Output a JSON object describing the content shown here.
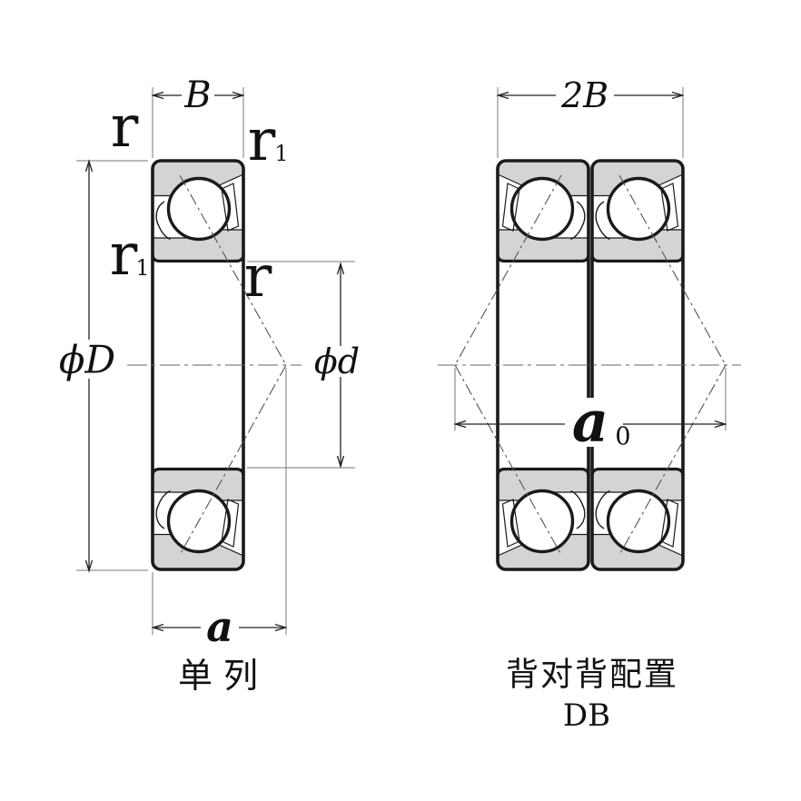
{
  "colors": {
    "line": "#1a1a1a",
    "ring_fill": "#d4d4d4",
    "dim_line": "#222222",
    "ext_line": "#7a7a7a",
    "centerline": "#555555",
    "background": "#ffffff"
  },
  "left_view": {
    "width_label": "B",
    "outer_diameter_label": "ϕD",
    "bore_diameter_label": "ϕd",
    "load_center_label": "a",
    "chamfer_label": "r",
    "chamfer1_label": {
      "base": "r",
      "sub": "1"
    },
    "caption": "单 列"
  },
  "right_view": {
    "width_label": "2B",
    "center_distance_label": {
      "base": "a",
      "sub": "0"
    },
    "caption": "背对背配置",
    "code": "DB"
  }
}
